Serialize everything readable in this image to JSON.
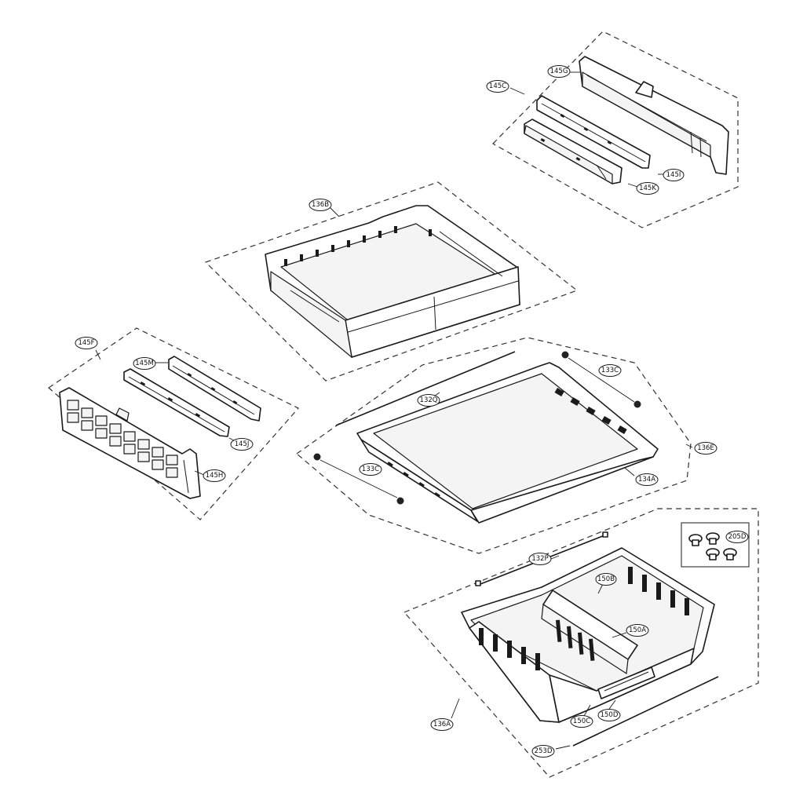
{
  "labels": {
    "p145C": "145C",
    "p145G": "145G",
    "p145I": "145I",
    "p145K": "145K",
    "p136B": "136B",
    "p145F": "145F",
    "p145M": "145M",
    "p145J": "145J",
    "p145H": "145H",
    "p132Q": "132Q",
    "p133C_top": "133C",
    "p133C_left": "133C",
    "p136E": "136E",
    "p134A": "134A",
    "p132P": "132P",
    "p150B": "150B",
    "p150A": "150A",
    "p205D": "205D",
    "p136A": "136A",
    "p150C": "150C",
    "p150D": "150D",
    "p253D": "253D"
  }
}
